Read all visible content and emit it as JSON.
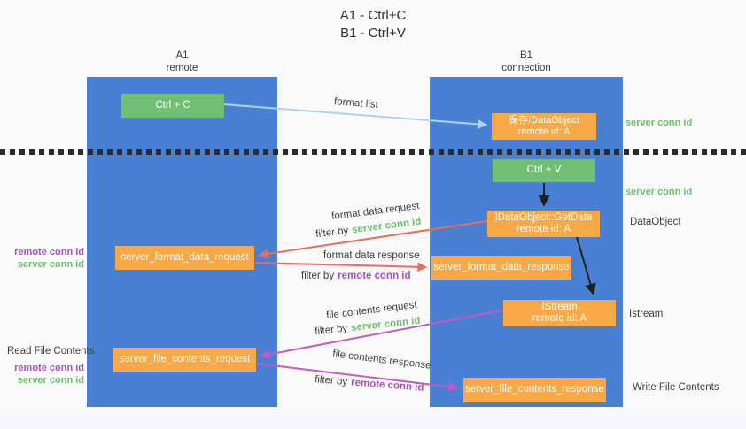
{
  "title": {
    "line1": "A1 - Ctrl+C",
    "line2": "B1 - Ctrl+V"
  },
  "lanes": {
    "left": {
      "title": "A1",
      "subtitle": "remote"
    },
    "right": {
      "title": "B1",
      "subtitle": "connection"
    }
  },
  "nodes": {
    "ctrl_c": {
      "label": "Ctrl + C"
    },
    "ctrl_v": {
      "label": "Ctrl + V"
    },
    "save_idataobject": {
      "line1": "保存IDataObject",
      "line2": "remote id: A"
    },
    "getdata": {
      "line1": "IDataObject::GetData",
      "line2": "remote id: A"
    },
    "istream": {
      "line1": "IStream",
      "line2": "remote id: A"
    },
    "server_format_data_request": {
      "label": "server_format_data_request"
    },
    "server_format_data_response": {
      "label": "server_format_data_response"
    },
    "server_file_contents_request": {
      "label": "server_file_contents_request"
    },
    "server_file_contents_response": {
      "label": "server_file_contents_response"
    }
  },
  "edges": {
    "format_list": {
      "label": "format list"
    },
    "format_data_request": {
      "label": "format data request",
      "filter_prefix": "filter by",
      "filter_key": "server conn id"
    },
    "format_data_response": {
      "label": "format data response",
      "filter_prefix": "filter by",
      "filter_key": "remote conn id"
    },
    "file_contents_request": {
      "label": "file contents request",
      "filter_prefix": "filter by",
      "filter_key": "server conn id"
    },
    "file_contents_response": {
      "label": "file contents response",
      "filter_prefix": "filter by",
      "filter_key": "remote conn id"
    }
  },
  "annotations": {
    "right_server_conn_id_top": "server conn id",
    "right_server_conn_id_mid": "server conn id",
    "dataobject": "DataObject",
    "istream": "Istream",
    "write_file_contents": "Write File Contents",
    "read_file_contents": "Read File Contents",
    "left_remote_conn_id_1": "remote conn id",
    "left_server_conn_id_1": "server conn id",
    "left_remote_conn_id_2": "remote conn id",
    "left_server_conn_id_2": "server conn id"
  },
  "colors": {
    "lane_blue": "#4a80d4",
    "node_green": "#72bf73",
    "node_orange": "#f8a947",
    "arrow_blue": "#a9d3ee",
    "arrow_red": "#e96d5e",
    "arrow_purple": "#c45ac4",
    "arrow_black": "#1f1f1f",
    "text_green": "#6abf6b",
    "text_purple": "#a94fc0"
  }
}
